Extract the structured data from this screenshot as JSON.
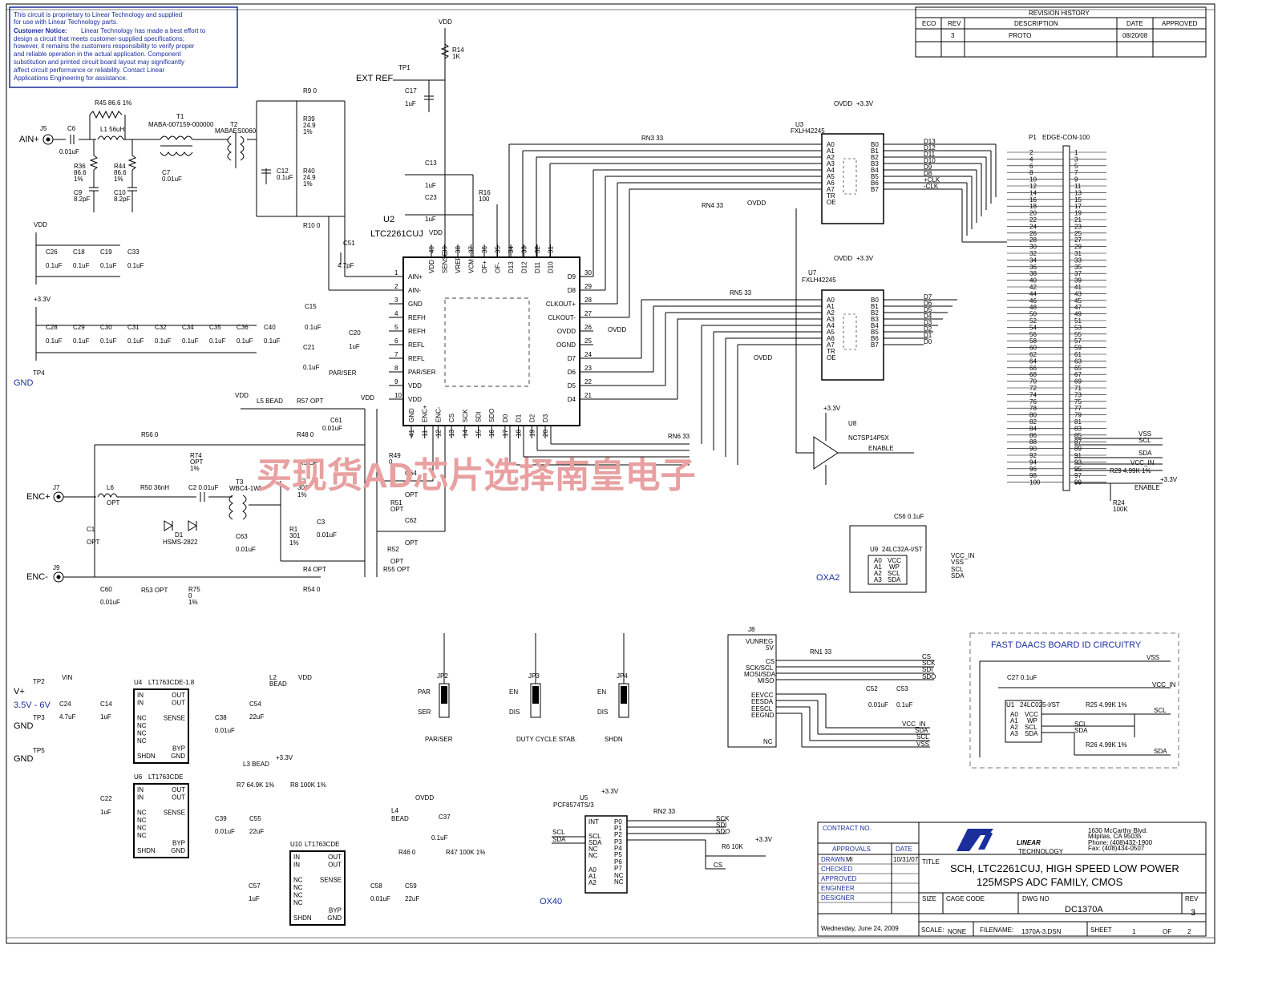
{
  "notice": {
    "line1": "This circuit is proprietary to Linear Technology and supplied",
    "line2": "for use with Linear Technology parts.",
    "heading": "Customer Notice:",
    "line3": "Linear Technology has made a best effort to",
    "line4": "design a circuit that meets customer-supplied specifications;",
    "line5": "however, it remains the customers responsibility to verify proper",
    "line6": "and reliable operation in the actual application. Component",
    "line7": "substitution and printed circuit board layout may significantly",
    "line8": "affect circuit performance or reliability. Contact Linear",
    "line9": "Applications Engineering for assistance."
  },
  "revision": {
    "header": "REVISION HISTORY",
    "columns": [
      "ECO",
      "REV",
      "DESCRIPTION",
      "DATE",
      "APPROVED"
    ],
    "row": [
      "",
      "3",
      "PROTO",
      "08/20/08",
      ""
    ]
  },
  "watermark": "买现货AD芯片选择南皇电子",
  "nets": {
    "ain": "AIN+",
    "enc_p": "ENC+",
    "enc_n": "ENC-",
    "gnd": "GND",
    "v_plus": "V+",
    "v_range": "3.5V - 6V",
    "ext_ref": "EXT REF",
    "vdd": "VDD",
    "ovdd": "OVDD",
    "v33": "+3.3V",
    "vin": "VIN",
    "oxa2": "OXA2",
    "ox40": "OX40",
    "par_ser": "PAR/SER",
    "enable": "ENABLE",
    "vcc_in": "VCC_IN",
    "vss": "VSS",
    "scl": "SCL",
    "sda": "SDA",
    "cs": "CS",
    "sck": "SCK",
    "sdi": "SDI",
    "sdo": "SDO"
  },
  "components": {
    "u2_ref": "U2",
    "u2_part": "LTC2261CUJ",
    "u2_left_pins": [
      "AIN+",
      "AIN-",
      "GND",
      "REFH",
      "REFH",
      "REFL",
      "REFL",
      "PAR/SER",
      "VDD",
      "VDD"
    ],
    "u2_left_nums": [
      "1",
      "2",
      "3",
      "4",
      "5",
      "6",
      "7",
      "8",
      "9",
      "10"
    ],
    "u2_right_pins": [
      "D9",
      "D8",
      "CLKOUT+",
      "CLKOUT-",
      "OVDD",
      "OGND",
      "D7",
      "D6",
      "D5",
      "D4"
    ],
    "u2_right_nums": [
      "30",
      "29",
      "28",
      "27",
      "26",
      "25",
      "24",
      "23",
      "22",
      "21"
    ],
    "u2_top_pins": [
      "VDD",
      "SENSE",
      "VREF",
      "VCM",
      "OF+",
      "OF-",
      "D13",
      "D12",
      "D11",
      "D10"
    ],
    "u2_top_nums": [
      "40",
      "39",
      "38",
      "37",
      "36",
      "35",
      "34",
      "33",
      "32",
      "31"
    ],
    "u2_bottom_pins": [
      "GND",
      "ENC+",
      "ENC-",
      "CS",
      "SCK",
      "SDI",
      "SDO",
      "D0",
      "D1",
      "D2",
      "D3"
    ],
    "u2_bottom_nums": [
      "41",
      "11",
      "12",
      "13",
      "14",
      "15",
      "16",
      "17",
      "18",
      "19",
      "20"
    ],
    "u3_ref": "U3",
    "u3_part": "FXLH42245",
    "u7_ref": "U7",
    "u7_part": "FXLH42245",
    "u3_outputs": [
      "D13",
      "D12",
      "D11",
      "D10",
      "D9",
      "D8",
      "+CLK",
      "-CLK"
    ],
    "u7_outputs": [
      "D7",
      "D6",
      "D5",
      "D4",
      "D3",
      "D2",
      "D1",
      "D0"
    ],
    "p1_ref": "P1",
    "p1_part": "EDGE-CON-100",
    "u8_ref": "U8",
    "u8_part": "NC7SP14P5X",
    "u9_ref": "U9",
    "u9_part": "24LC32A-I/ST",
    "u1_ref": "U1",
    "u1_part": "24LC025-I/ST",
    "u4_ref": "U4",
    "u4_part": "LT1763CDE-1.8",
    "u6_ref": "U6",
    "u6_part": "LT1763CDE",
    "u10_ref": "U10",
    "u10_part": "LT1763CDE",
    "u5_ref": "U5",
    "u5_part": "PCF8574TS/3",
    "j8_ref": "J8",
    "jumpers": [
      {
        "ref": "JP2",
        "top": "PAR",
        "bottom": "SER",
        "caption": "PAR/SER"
      },
      {
        "ref": "JP3",
        "top": "EN",
        "bottom": "DIS",
        "caption": "DUTY CYCLE STAB."
      },
      {
        "ref": "JP4",
        "top": "EN",
        "bottom": "DIS",
        "caption": "SHDN"
      }
    ],
    "t1": "T1",
    "t1_part": "MABA-007159-000000",
    "t2": "T2",
    "t2_part": "MABAES0060",
    "t3": "T3",
    "t3_part": "WBC4-1WL",
    "d1": "D1",
    "d1_part": "HSMS-2822"
  },
  "fast_daacs": "FAST DAACS BOARD ID CIRCUITRY",
  "title_block": {
    "contract": "CONTRACT NO.",
    "approvals": "APPROVALS",
    "date_label": "DATE",
    "drawn": "DRAWN",
    "drawn_by": "MI",
    "drawn_date": "10/31/07",
    "checked": "CHECKED",
    "approved": "APPROVED",
    "engineer": "ENGINEER",
    "designer": "DESIGNER",
    "title_label": "TITLE",
    "title_line1": "SCH, LTC2261CUJ, HIGH SPEED LOW POWER",
    "title_line2": "125MSPS ADC FAMILY, CMOS",
    "size_label": "SIZE",
    "cage_label": "CAGE CODE",
    "dwg_label": "DWG NO",
    "dwg_no": "DC1370A",
    "rev_label": "REV",
    "rev": "3",
    "scale_label": "SCALE:",
    "scale": "NONE",
    "filename_label": "FILENAME:",
    "filename": "1370A-3.DSN",
    "sheet_label": "SHEET",
    "sheet": "1",
    "of_label": "OF",
    "of": "2",
    "printed": "Wednesday, June 24, 2009",
    "company": "LINEAR",
    "company_sub": "TECHNOLOGY",
    "address1": "1630 McCarthy Blvd.",
    "address2": "Milpitas, CA 95035",
    "phone": "Phone: (408)432-1900",
    "fax": "Fax: (408)434-0507"
  },
  "colors": {
    "line": "#000000",
    "notice_blue": "#1a2f9c",
    "watermark": "#e8a0a0"
  }
}
